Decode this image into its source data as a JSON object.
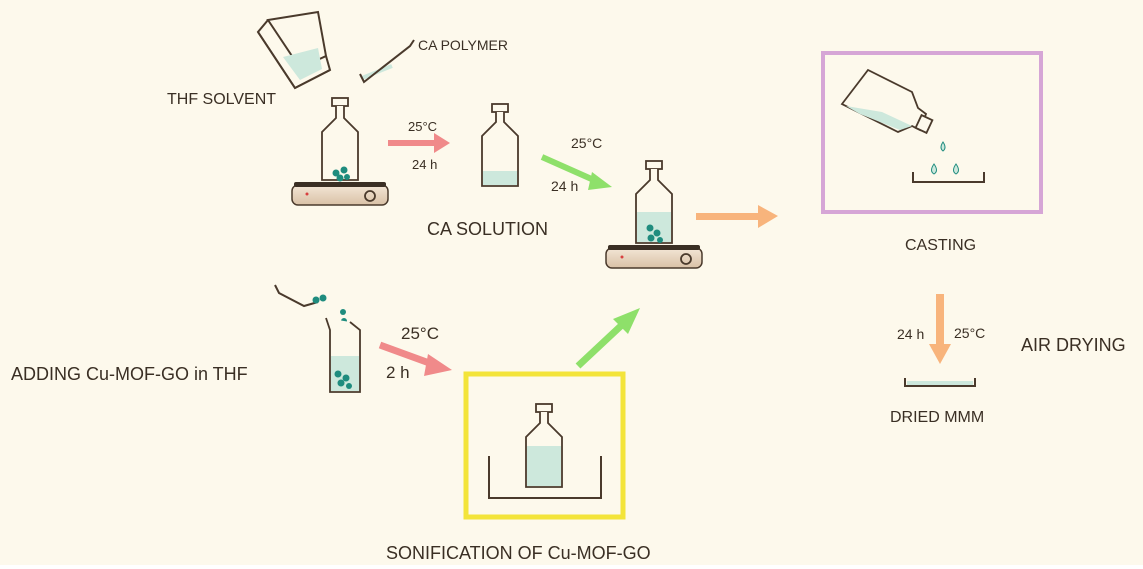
{
  "labels": {
    "thf_solvent": "THF SOLVENT",
    "ca_polymer": "CA POLYMER",
    "ca_solution": "CA SOLUTION",
    "casting": "CASTING",
    "air_drying": "AIR DRYING",
    "dried_mmm": "DRIED MMM",
    "adding_cu_mof_go": "ADDING Cu-MOF-GO in THF",
    "sonification": "SONIFICATION OF Cu-MOF-GO"
  },
  "conditions": {
    "step1_temp": "25°C",
    "step1_time": "24 h",
    "step2_temp": "25°C",
    "step2_time": "24 h",
    "step3_temp": "25°C",
    "step3_time": "2 h",
    "drying_time": "24 h",
    "drying_temp": "25°C"
  },
  "colors": {
    "background": "#fdf9ec",
    "outline": "#4a3a2c",
    "liquid": "#cde8dc",
    "particle": "#1f8c7e",
    "arrow_pink": "#f08a8a",
    "arrow_green": "#8ee06a",
    "arrow_orange": "#f8b47c",
    "casting_frame": "#d6a6d6",
    "sonication_frame": "#f3e43a",
    "stirrer_body": "#e8d6c2"
  },
  "icons": {
    "beaker": "beaker-pouring-icon",
    "spatula": "spatula-icon",
    "bottle": "reagent-bottle-icon",
    "stirrer": "magnetic-stirrer-icon",
    "petri": "petri-dish-icon",
    "bath": "ultrasonic-bath-icon"
  }
}
